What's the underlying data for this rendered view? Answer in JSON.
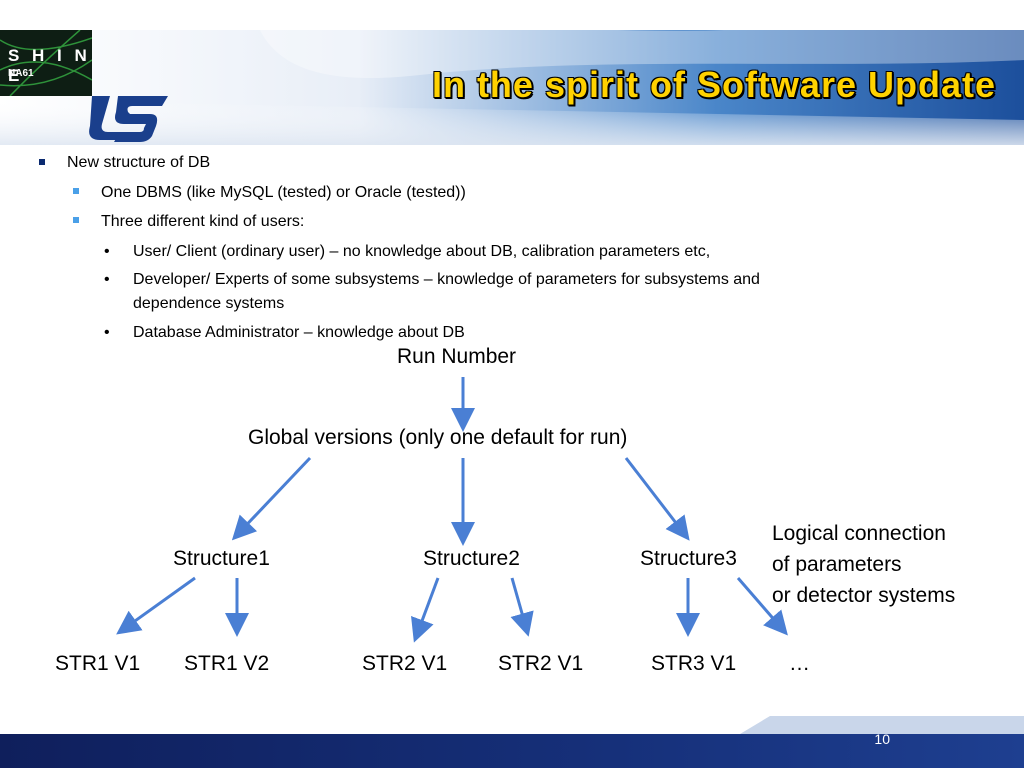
{
  "slide": {
    "title": "In the spirit of Software Update",
    "page_number": "10"
  },
  "logos": {
    "shine": "S H I N E",
    "shine_sub": "NA61"
  },
  "bullets": {
    "l1": "New structure of DB",
    "l2a": "One DBMS (like MySQL (tested) or  Oracle (tested))",
    "l2b": "Three different  kind of users:",
    "l3a": "User/ Client (ordinary user) – no knowledge about DB, calibration parameters etc,",
    "l3b_line1": "Developer/ Experts of some subsystems – knowledge of parameters for subsystems and",
    "l3b_line2": "dependence systems",
    "l3c": "Database Administrator – knowledge about DB",
    "dot": "•"
  },
  "diagram": {
    "run_number": "Run Number",
    "global_versions": "Global versions (only one default for run)",
    "structure1": "Structure1",
    "structure2": "Structure2",
    "structure3": "Structure3",
    "note_line1": "Logical connection",
    "note_line2": "of parameters",
    "note_line3": "or detector systems",
    "leaves": [
      "STR1 V1",
      "STR1 V2",
      "STR2 V1",
      "STR2 V1",
      "STR3 V1",
      "…"
    ]
  },
  "colors": {
    "title_yellow": "#ffd200",
    "arrow_blue": "#4a7fd4",
    "footer_navy": "#14286e",
    "banner_blue": "#1c4f9c"
  }
}
